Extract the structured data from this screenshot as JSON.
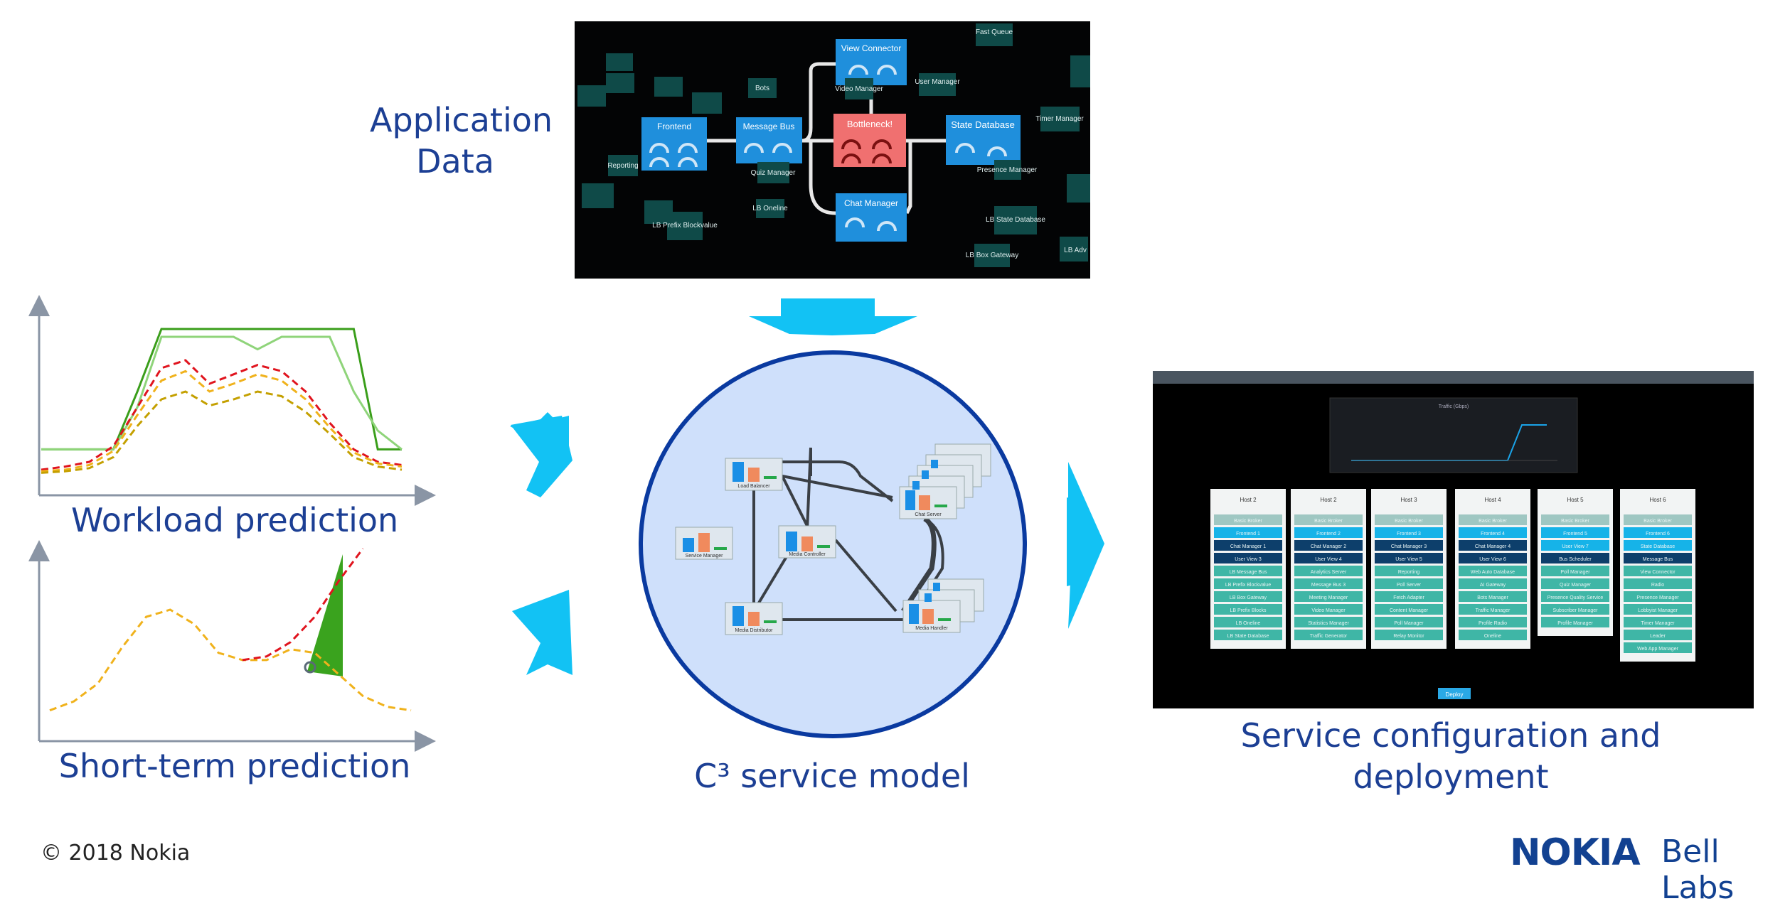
{
  "captions": {
    "app_data_line1": "Application",
    "app_data_line2": "Data",
    "workload": "Workload prediction",
    "short_term": "Short-term prediction",
    "service_model": "C³ service model",
    "service_config_line1": "Service configuration and",
    "service_config_line2": "deployment"
  },
  "app_screenshot": {
    "nodes": {
      "view_connector": "View Connector",
      "frontend": "Frontend",
      "message_bus": "Message Bus",
      "bottleneck": "Bottleneck!",
      "state_database": "State Database",
      "chat_manager": "Chat Manager"
    },
    "small_labels": {
      "fast_queue": "Fast Queue",
      "user_manager": "User Manager",
      "timer_manager": "Timer Manager",
      "lb_state_database": "LB State Database",
      "lb_box_gateway": "LB Box Gateway",
      "lb_adv": "LB Adv",
      "bots": "Bots",
      "quiz_manager": "Quiz Manager",
      "lb_oneline": "LB Oneline",
      "reporting": "Reporting",
      "lb_prefix_blockvalue": "LB Prefix Blockvalue",
      "presence_manager": "Presence Manager",
      "video_manager": "Video Manager"
    }
  },
  "deploy_screenshot": {
    "button": "Deploy",
    "chart_title": "Traffic (Gbps)",
    "hosts": [
      {
        "name": "Host 2",
        "items": [
          "Basic Broker",
          "Frontend 1",
          "Chat Manager 1",
          "User View 3",
          "LB Message Bus",
          "LB Prefix Blockvalue",
          "LB Box Gateway",
          "LB Prefix Blocks",
          "LB Oneline",
          "LB State Database"
        ]
      },
      {
        "name": "Host 2",
        "items": [
          "Basic Broker",
          "Frontend 2",
          "Chat Manager 2",
          "User View 4",
          "Analytics Server",
          "Message Bus 3",
          "Meeting Manager",
          "Video Manager",
          "Statistics Manager",
          "Traffic Generator"
        ]
      },
      {
        "name": "Host 3",
        "items": [
          "Basic Broker",
          "Frontend 3",
          "Chat Manager 3",
          "User View 5",
          "Reporting",
          "Poll Server",
          "Fetch Adapter",
          "Content Manager",
          "Poll Manager",
          "Relay Monitor"
        ]
      },
      {
        "name": "Host 4",
        "items": [
          "Basic Broker",
          "Frontend 4",
          "Chat Manager 4",
          "User View 6",
          "Web Auto Database",
          "AI Gateway",
          "Bots Manager",
          "Traffic Manager",
          "Profile Radio",
          "Oneline"
        ]
      },
      {
        "name": "Host 5",
        "items": [
          "Basic Broker",
          "Frontend 5",
          "User View 7",
          "Bus Scheduler",
          "Poll Manager",
          "Quiz Manager",
          "Presence Quality Service",
          "Subscriber Manager",
          "Profile Manager"
        ]
      },
      {
        "name": "Host 6",
        "items": [
          "Basic Broker",
          "Frontend 6",
          "State Database",
          "Message Bus",
          "View Connector",
          "Radio",
          "Presence Manager",
          "Lobbyist Manager",
          "Timer Manager",
          "Leader",
          "Web App Manager"
        ]
      }
    ]
  },
  "service_model": {
    "nodes": {
      "load_balancer": "Load Balancer",
      "service_manager": "Service Manager",
      "media_controller": "Media Controller",
      "media_distributor": "Media Distributor",
      "chat_server": "Chat Server",
      "media_handler": "Media Handler"
    }
  },
  "footer": {
    "copyright": "© 2018 Nokia",
    "logo": "NOKIA",
    "logo_suffix": "Bell Labs"
  },
  "colors": {
    "caption_blue": "#1c3f94",
    "arrow_cyan": "#12c2f4",
    "circle_fill": "#cfe0fb",
    "circle_stroke": "#0a3aa0",
    "green": "#3a9e1a",
    "light_green": "#8fd47a",
    "red_dash": "#e0141e",
    "orange_dash": "#f0b21c",
    "olive_dash": "#c4a000",
    "axis_grey": "#8a95a5"
  },
  "chart_data": [
    {
      "type": "line",
      "title": "",
      "xlabel": "",
      "ylabel": "",
      "series": [
        {
          "values": [
            0.18,
            0.18,
            0.18,
            0.18,
            0.55,
            0.95,
            0.95,
            0.95,
            0.95,
            0.95,
            0.95,
            0.95,
            0.95,
            0.95,
            0.18,
            0.18
          ]
        },
        {
          "values": [
            0.18,
            0.18,
            0.18,
            0.18,
            0.45,
            0.9,
            0.9,
            0.9,
            0.9,
            0.82,
            0.9,
            0.9,
            0.9,
            0.55,
            0.3,
            0.18
          ]
        },
        {
          "values": [
            0.05,
            0.07,
            0.1,
            0.2,
            0.45,
            0.7,
            0.75,
            0.6,
            0.66,
            0.72,
            0.68,
            0.55,
            0.35,
            0.18,
            0.1,
            0.08
          ]
        },
        {
          "values": [
            0.04,
            0.05,
            0.08,
            0.17,
            0.4,
            0.62,
            0.68,
            0.55,
            0.6,
            0.66,
            0.62,
            0.5,
            0.32,
            0.16,
            0.09,
            0.07
          ]
        },
        {
          "values": [
            0.03,
            0.04,
            0.06,
            0.13,
            0.33,
            0.5,
            0.55,
            0.46,
            0.5,
            0.55,
            0.52,
            0.42,
            0.28,
            0.13,
            0.07,
            0.05
          ]
        }
      ]
    },
    {
      "type": "line",
      "title": "",
      "xlabel": "",
      "ylabel": "",
      "series": [
        {
          "values": [
            0.1,
            0.15,
            0.25,
            0.45,
            0.62,
            0.66,
            0.58,
            0.42,
            0.38,
            0.38,
            0.44,
            0.42,
            0.3,
            0.18,
            0.12,
            0.1
          ]
        },
        {
          "values": [
            null,
            null,
            null,
            null,
            null,
            null,
            null,
            null,
            0.38,
            0.4,
            0.48,
            0.62,
            0.82,
            1.0,
            null,
            null
          ]
        }
      ]
    }
  ]
}
